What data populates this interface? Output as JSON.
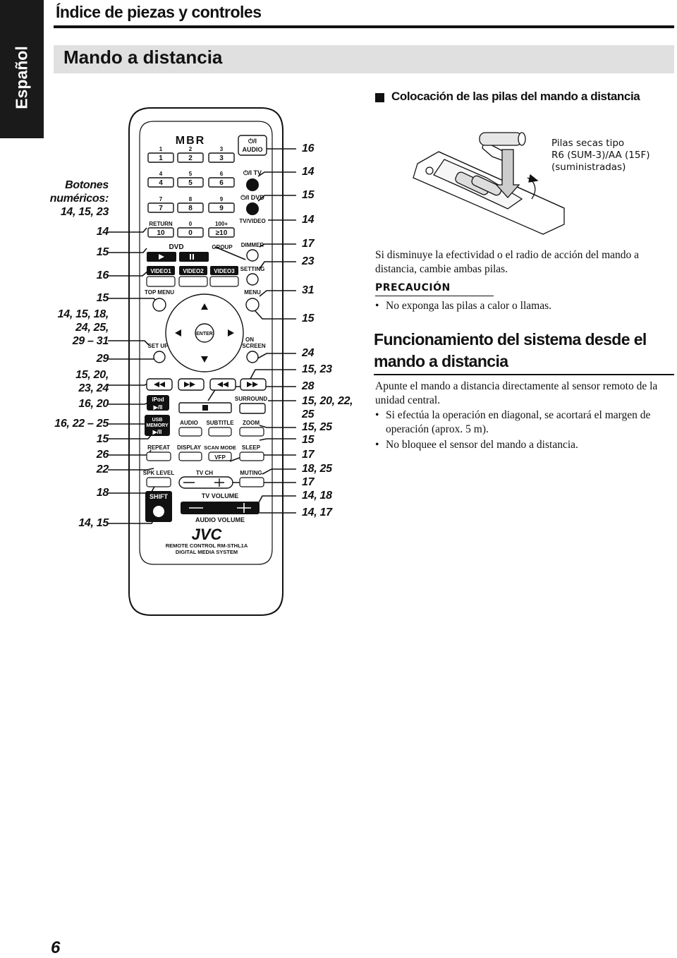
{
  "side_tab": "Español",
  "chapter_title": "Índice de piezas y controles",
  "section_title": "Mando a distancia",
  "subsection_title": "Colocación de las pilas del mando a distancia",
  "battery_caption": [
    "Pilas secas tipo",
    "R6 (SUM-3)/AA (15F)",
    "(suministradas)"
  ],
  "battery_note": "Si disminuye la efectividad o el radio de acción del mando a distancia, cambie ambas pilas.",
  "warning": {
    "heading": "PRECAUCIÓN",
    "items": [
      "No exponga las pilas a calor o llamas."
    ]
  },
  "operation": {
    "heading": "Funcionamiento del sistema desde el mando a distancia",
    "intro": "Apunte el mando a distancia directamente al sensor remoto de la unidad central.",
    "items": [
      "Si efectúa la operación en diagonal, se acortará el margen de operación (aprox. 5 m).",
      "No bloquee el sensor del mando a distancia."
    ]
  },
  "left_labels": {
    "numeric": [
      "Botones",
      "numéricos:",
      "14, 15, 23"
    ],
    "l1": "14",
    "l2": "15",
    "l3": "16",
    "l4": "15",
    "l5": [
      "14, 15, 18,",
      "24, 25,",
      "29 – 31"
    ],
    "l6": "29",
    "l7": [
      "15, 20,",
      "23, 24"
    ],
    "l8": "16, 20",
    "l9": "16, 22 – 25",
    "l10": "15",
    "l11": "26",
    "l12": "22",
    "l13": "18",
    "l14": "14, 15"
  },
  "right_labels": {
    "r1": "16",
    "r2": "14",
    "r3": "15",
    "r4": "14",
    "r5": "17",
    "r6": "23",
    "r7": "31",
    "r8": "15",
    "r9": "24",
    "r10": "15, 23",
    "r11": "28",
    "r12": [
      "15, 20, 22,",
      "25"
    ],
    "r13": "15, 25",
    "r14": "15",
    "r15": "17",
    "r16": "18, 25",
    "r17": "17",
    "r18": "14, 18",
    "r19": "14, 17"
  },
  "remote": {
    "brand_top": "MBR",
    "brand": "JVC",
    "model": "REMOTE CONTROL  RM-STHL1A",
    "system": "DIGITAL MEDIA SYSTEM",
    "audio_power": [
      "⏻/I",
      "AUDIO"
    ],
    "tv_power": "⏻/I TV",
    "dvd_power": "⏻/I DVD",
    "numbers": [
      [
        "1",
        "1"
      ],
      [
        "2",
        "2"
      ],
      [
        "3",
        "3"
      ],
      [
        "4",
        "4"
      ],
      [
        "5",
        "5"
      ],
      [
        "6",
        "6"
      ],
      [
        "7",
        "7"
      ],
      [
        "8",
        "8"
      ],
      [
        "9",
        "9"
      ],
      [
        "RETURN",
        "10"
      ],
      [
        "0",
        "0"
      ],
      [
        "100+",
        "≥10"
      ]
    ],
    "tv_video": "TV/VIDEO",
    "dvd": "DVD",
    "group": "GROUP",
    "dimmer": "DIMMER",
    "setting": "SETTING",
    "video1": "VIDEO1",
    "video2": "VIDEO2",
    "video3": "VIDEO3",
    "top_menu": "TOP MENU",
    "menu": "MENU",
    "enter": "ENTER",
    "set_up": "SET UP",
    "on_screen": [
      "ON",
      "SCREEN"
    ],
    "surround": "SURROUND",
    "ipod": "iPod",
    "usb_memory": [
      "USB",
      "MEMORY"
    ],
    "audio": "AUDIO",
    "subtitle": "SUBTITLE",
    "zoom": "ZOOM",
    "repeat": "REPEAT",
    "display": "DISPLAY",
    "scan_mode": "SCAN MODE",
    "sleep": "SLEEP",
    "vfp": "VFP",
    "spk_level": "SPK LEVEL",
    "tv_ch": "TV CH",
    "muting": "MUTING",
    "shift": "SHIFT",
    "tv_volume": "TV VOLUME",
    "audio_volume": "AUDIO VOLUME"
  },
  "page_number": "6"
}
